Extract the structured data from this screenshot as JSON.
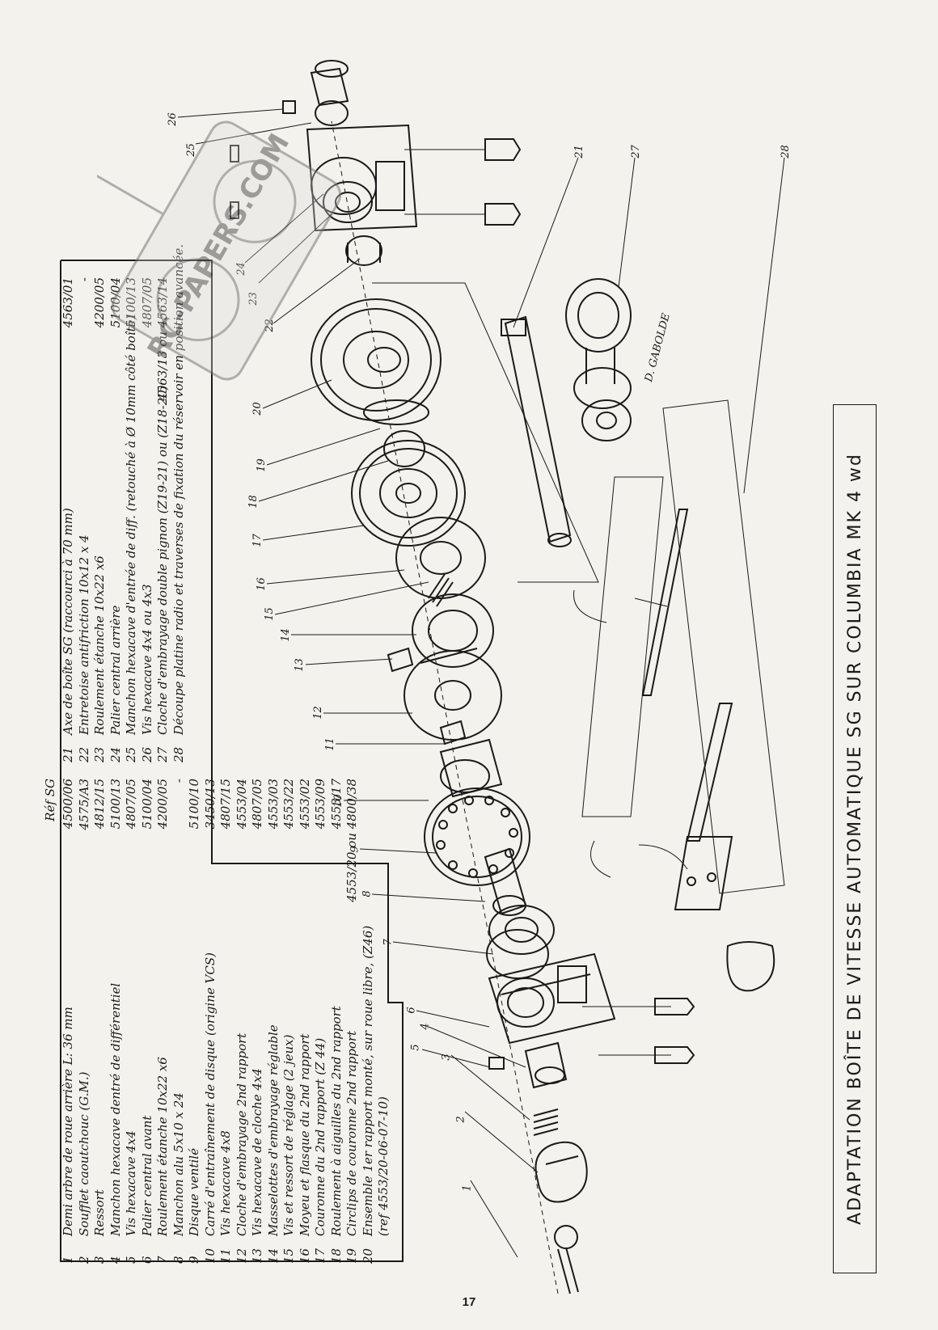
{
  "title": "ADAPTATION   BOÎTE DE VITESSE AUTOMATIQUE SG SUR COLUMBIA MK 4 wd",
  "page_number": "17",
  "signature": "D. GABOLDE",
  "watermark_text": "RC-PAPERS.COM",
  "ref_header": "Réf SG",
  "parts_left": [
    {
      "num": "1",
      "desc": "Demi arbre de roue arrière   L: 36 mm",
      "ref": "4500/06"
    },
    {
      "num": "2",
      "desc": "Soufflet caoutchouc   (G.M.)",
      "ref": "4575/A3"
    },
    {
      "num": "3",
      "desc": "Ressort",
      "ref": "4812/15"
    },
    {
      "num": "4",
      "desc": "Manchon hexacave dentré de différentiel",
      "ref": "5100/13"
    },
    {
      "num": "5",
      "desc": "Vis hexacave   4x4",
      "ref": "4807/05"
    },
    {
      "num": "6",
      "desc": "Palier central avant",
      "ref": "5100/04"
    },
    {
      "num": "7",
      "desc": "Roulement étanche   10x22 x6",
      "ref": "4200/05"
    },
    {
      "num": "8",
      "desc": "Manchon alu   5x10 x 24",
      "ref": "-"
    },
    {
      "num": "9",
      "desc": "Disque ventilé",
      "ref": "5100/10"
    },
    {
      "num": "10",
      "desc": "Carré d'entraînement de disque  (origine VCS)",
      "ref": "3450/13"
    },
    {
      "num": "11",
      "desc": "Vis hexacave   4x8",
      "ref": "4807/15"
    },
    {
      "num": "12",
      "desc": "Cloche d'embrayage 2nd rapport",
      "ref": "4553/04"
    },
    {
      "num": "13",
      "desc": "Vis hexacave de cloche   4x4",
      "ref": "4807/05"
    },
    {
      "num": "14",
      "desc": "Masselottes d'embrayage réglable",
      "ref": "4553/03"
    },
    {
      "num": "15",
      "desc": "Vis et ressort de réglage  (2 jeux)",
      "ref": "4553/22"
    },
    {
      "num": "16",
      "desc": "Moyeu et flasque du 2nd rapport",
      "ref": "4553/02"
    },
    {
      "num": "17",
      "desc": "Couronne du 2nd rapport  (Z 44)",
      "ref": "4553/09"
    },
    {
      "num": "18",
      "desc": "Roulement à aiguilles du 2nd rapport",
      "ref": "4553/17"
    },
    {
      "num": "19",
      "desc": "Circlips de couronne 2nd rapport",
      "ref": "4553/20 ou 4800/38"
    },
    {
      "num": "20",
      "desc": "Ensemble 1er rapport monté, sur roue libre, (Z46)",
      "ref": ""
    },
    {
      "num": "",
      "desc": "(ref 4553/20-06-07-10)",
      "ref": ""
    }
  ],
  "parts_right": [
    {
      "num": "21",
      "desc": "Axe de boîte SG  (raccourci à 70 mm)",
      "ref": "4563/01"
    },
    {
      "num": "22",
      "desc": "Entretoise antifriction   10x12 x 4",
      "ref": "-"
    },
    {
      "num": "23",
      "desc": "Roulement étanche   10x22 x6",
      "ref": "4200/05"
    },
    {
      "num": "24",
      "desc": "Palier central arrière",
      "ref": "5100/04"
    },
    {
      "num": "25",
      "desc": "Manchon hexacave d'entrée de diff. (retouché à Ø 10mm côté boîte)",
      "ref": "5100/13"
    },
    {
      "num": "26",
      "desc": "Vis hexacave   4x4  ou  4x3",
      "ref": "4807/05"
    },
    {
      "num": "27",
      "desc": "Cloche d'embrayage double pignon (Z19-21) ou (Z18-20)",
      "ref": "4563/13 ou 4563/14"
    },
    {
      "num": "28",
      "desc": "Découpe platine radio et traverses de fixation du réservoir en position avancée.",
      "ref": ""
    }
  ],
  "callouts": [
    {
      "label": "1"
    },
    {
      "label": "2"
    },
    {
      "label": "3"
    },
    {
      "label": "4"
    },
    {
      "label": "5"
    },
    {
      "label": "6"
    },
    {
      "label": "7"
    },
    {
      "label": "8"
    },
    {
      "label": "9"
    },
    {
      "label": "10"
    },
    {
      "label": "11"
    },
    {
      "label": "12"
    },
    {
      "label": "13"
    },
    {
      "label": "14"
    },
    {
      "label": "15"
    },
    {
      "label": "16"
    },
    {
      "label": "17"
    },
    {
      "label": "18"
    },
    {
      "label": "19"
    },
    {
      "label": "20"
    },
    {
      "label": "21"
    },
    {
      "label": "22"
    },
    {
      "label": "23"
    },
    {
      "label": "24"
    },
    {
      "label": "25"
    },
    {
      "label": "26"
    },
    {
      "label": "27"
    },
    {
      "label": "28"
    }
  ]
}
